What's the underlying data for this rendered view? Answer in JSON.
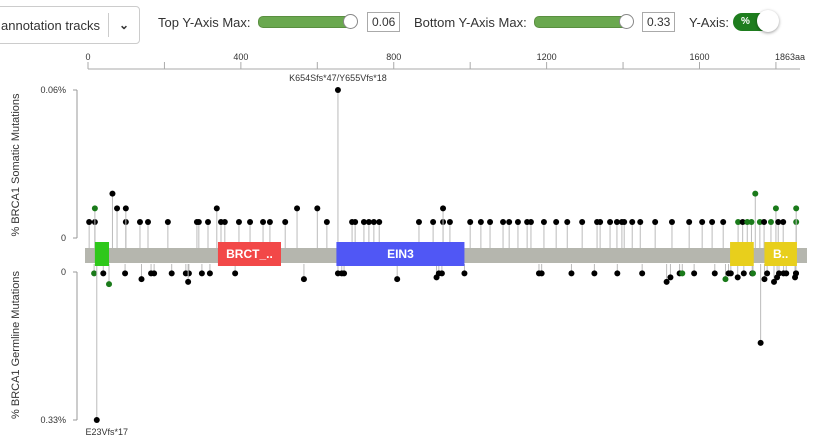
{
  "controls": {
    "tracks_label": "annotation tracks",
    "top_label": "Top Y-Axis Max:",
    "top_value": "0.06",
    "bottom_label": "Bottom Y-Axis Max:",
    "bottom_value": "0.33",
    "yaxis_label": "Y-Axis:",
    "yaxis_toggle": "%"
  },
  "chart_data": {
    "type": "lollipop",
    "x_ticks": [
      "0",
      "400",
      "800",
      "1200",
      "1600",
      "1863aa"
    ],
    "x_tick_values": [
      0,
      400,
      800,
      1200,
      1600,
      1863
    ],
    "x_range": [
      0,
      1863
    ],
    "top": {
      "ylabel": "% BRCA1 Somatic Mutations",
      "ylim": [
        0,
        0.06
      ],
      "tick_labels": [
        "0.06%",
        "0"
      ],
      "annotation": {
        "text": "K654Sfs*47/Y655Vfs*18",
        "pos": 654
      },
      "points": [
        [
          3,
          0.0065,
          "k"
        ],
        [
          18,
          0.0065,
          "k"
        ],
        [
          18,
          0.012,
          "g"
        ],
        [
          64,
          0.018,
          "k"
        ],
        [
          76,
          0.012,
          "k"
        ],
        [
          99,
          0.0065,
          "k"
        ],
        [
          99,
          0.012,
          "k"
        ],
        [
          136,
          0.0065,
          "k"
        ],
        [
          157,
          0.0065,
          "k"
        ],
        [
          209,
          0.0065,
          "k"
        ],
        [
          285,
          0.0065,
          "k"
        ],
        [
          290,
          0.0065,
          "k"
        ],
        [
          314,
          0.0065,
          "k"
        ],
        [
          337,
          0.012,
          "k"
        ],
        [
          348,
          0.0065,
          "k"
        ],
        [
          358,
          0.0065,
          "k"
        ],
        [
          395,
          0.0065,
          "k"
        ],
        [
          424,
          0.0065,
          "k"
        ],
        [
          458,
          0.0065,
          "k"
        ],
        [
          476,
          0.0065,
          "k"
        ],
        [
          516,
          0.0065,
          "k"
        ],
        [
          547,
          0.012,
          "k"
        ],
        [
          600,
          0.012,
          "k"
        ],
        [
          625,
          0.0065,
          "k"
        ],
        [
          654,
          0.06,
          "k"
        ],
        [
          691,
          0.0065,
          "k"
        ],
        [
          699,
          0.0065,
          "k"
        ],
        [
          722,
          0.0065,
          "k"
        ],
        [
          735,
          0.0065,
          "k"
        ],
        [
          748,
          0.0065,
          "k"
        ],
        [
          762,
          0.0065,
          "k"
        ],
        [
          866,
          0.0065,
          "k"
        ],
        [
          903,
          0.0065,
          "k"
        ],
        [
          929,
          0.0065,
          "k"
        ],
        [
          929,
          0.012,
          "k"
        ],
        [
          947,
          0.0065,
          "k"
        ],
        [
          1000,
          0.0065,
          "k"
        ],
        [
          1028,
          0.0065,
          "k"
        ],
        [
          1052,
          0.0065,
          "k"
        ],
        [
          1086,
          0.0065,
          "k"
        ],
        [
          1102,
          0.0065,
          "k"
        ],
        [
          1125,
          0.0065,
          "k"
        ],
        [
          1149,
          0.0065,
          "k"
        ],
        [
          1159,
          0.0065,
          "k"
        ],
        [
          1193,
          0.0065,
          "k"
        ],
        [
          1225,
          0.0065,
          "k"
        ],
        [
          1254,
          0.0065,
          "k"
        ],
        [
          1293,
          0.0065,
          "k"
        ],
        [
          1332,
          0.0065,
          "k"
        ],
        [
          1340,
          0.0065,
          "k"
        ],
        [
          1366,
          0.0065,
          "k"
        ],
        [
          1384,
          0.0065,
          "k"
        ],
        [
          1397,
          0.0065,
          "k"
        ],
        [
          1403,
          0.0065,
          "k"
        ],
        [
          1424,
          0.0065,
          "k"
        ],
        [
          1445,
          0.0065,
          "k"
        ],
        [
          1484,
          0.0065,
          "k"
        ],
        [
          1528,
          0.0065,
          "k"
        ],
        [
          1573,
          0.0065,
          "k"
        ],
        [
          1607,
          0.0065,
          "k"
        ],
        [
          1633,
          0.0065,
          "k"
        ],
        [
          1662,
          0.0065,
          "k"
        ],
        [
          1701,
          0.0065,
          "g"
        ],
        [
          1713,
          0.0065,
          "k"
        ],
        [
          1725,
          0.0065,
          "g"
        ],
        [
          1736,
          0.0065,
          "g"
        ],
        [
          1746,
          0.018,
          "g"
        ],
        [
          1758,
          0.0065,
          "g"
        ],
        [
          1769,
          0.0065,
          "k"
        ],
        [
          1787,
          0.0065,
          "g"
        ],
        [
          1800,
          0.012,
          "g"
        ],
        [
          1806,
          0.0065,
          "k"
        ],
        [
          1819,
          0.0065,
          "k"
        ],
        [
          1853,
          0.0065,
          "g"
        ],
        [
          1853,
          0.012,
          "g"
        ]
      ]
    },
    "bottom": {
      "ylabel": "% BRCA1 Germline Mutations",
      "ylim": [
        0,
        0.33
      ],
      "tick_labels": [
        "0",
        "0.33%"
      ],
      "annotation": {
        "text": "E23Vfs*17",
        "pos": 23
      },
      "points": [
        [
          16,
          0.003,
          "g"
        ],
        [
          23,
          0.33,
          "k"
        ],
        [
          40,
          0.003,
          "k"
        ],
        [
          55,
          0.027,
          "g"
        ],
        [
          97,
          0.003,
          "k"
        ],
        [
          140,
          0.016,
          "k"
        ],
        [
          165,
          0.003,
          "k"
        ],
        [
          173,
          0.003,
          "k"
        ],
        [
          219,
          0.003,
          "k"
        ],
        [
          256,
          0.003,
          "k"
        ],
        [
          264,
          0.003,
          "k"
        ],
        [
          262,
          0.022,
          "k"
        ],
        [
          298,
          0.003,
          "k"
        ],
        [
          319,
          0.003,
          "k"
        ],
        [
          385,
          0.003,
          "k"
        ],
        [
          565,
          0.016,
          "k"
        ],
        [
          654,
          0.003,
          "k"
        ],
        [
          664,
          0.003,
          "k"
        ],
        [
          670,
          0.003,
          "k"
        ],
        [
          809,
          0.016,
          "k"
        ],
        [
          912,
          0.012,
          "k"
        ],
        [
          918,
          0.003,
          "k"
        ],
        [
          926,
          0.003,
          "k"
        ],
        [
          985,
          0.003,
          "k"
        ],
        [
          1180,
          0.003,
          "k"
        ],
        [
          1187,
          0.003,
          "k"
        ],
        [
          1265,
          0.003,
          "k"
        ],
        [
          1325,
          0.003,
          "k"
        ],
        [
          1385,
          0.003,
          "k"
        ],
        [
          1450,
          0.003,
          "k"
        ],
        [
          1514,
          0.022,
          "k"
        ],
        [
          1524,
          0.012,
          "k"
        ],
        [
          1548,
          0.003,
          "k"
        ],
        [
          1555,
          0.003,
          "g"
        ],
        [
          1586,
          0.003,
          "k"
        ],
        [
          1640,
          0.003,
          "k"
        ],
        [
          1668,
          0.016,
          "g"
        ],
        [
          1676,
          0.003,
          "k"
        ],
        [
          1682,
          0.003,
          "k"
        ],
        [
          1700,
          0.012,
          "k"
        ],
        [
          1738,
          0.003,
          "k"
        ],
        [
          1795,
          0.022,
          "k"
        ],
        [
          1803,
          0.012,
          "k"
        ],
        [
          1808,
          0.003,
          "k"
        ],
        [
          1716,
          0.003,
          "k"
        ],
        [
          1740,
          0.003,
          "g"
        ],
        [
          1770,
          0.016,
          "k"
        ],
        [
          1777,
          0.003,
          "k"
        ],
        [
          1820,
          0.003,
          "k"
        ],
        [
          1827,
          0.003,
          "k"
        ],
        [
          1872,
          0.003,
          "k"
        ],
        [
          1760,
          0.158,
          "k"
        ],
        [
          1850,
          0.012,
          "k"
        ],
        [
          1860,
          0.003,
          "k"
        ]
      ]
    },
    "domains": [
      {
        "name": "",
        "start": 18,
        "end": 55,
        "color": "#2ec81a"
      },
      {
        "name": "BRCT_..",
        "start": 340,
        "end": 505,
        "color": "#f24848"
      },
      {
        "name": "EIN3",
        "start": 650,
        "end": 985,
        "color": "#5057f5"
      },
      {
        "name": "",
        "start": 1680,
        "end": 1742,
        "color": "#e8cf1c"
      },
      {
        "name": "B..",
        "start": 1770,
        "end": 1855,
        "color": "#e8cf1c"
      }
    ]
  }
}
